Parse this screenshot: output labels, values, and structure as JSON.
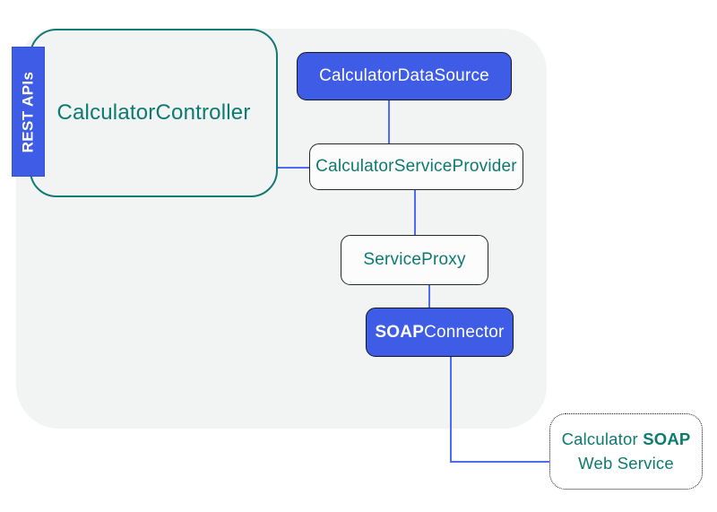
{
  "diagram": {
    "type": "architecture-diagram",
    "nodes": {
      "rest_apis": {
        "label": "REST APIs"
      },
      "calculator_controller": {
        "label": "CalculatorController"
      },
      "calculator_data_source": {
        "label": "CalculatorDataSource"
      },
      "calculator_service_provider": {
        "label": "CalculatorServiceProvider"
      },
      "service_proxy": {
        "label": "ServiceProxy"
      },
      "soap_connector": {
        "label_bold": "SOAP",
        "label_rest": "Connector"
      },
      "calculator_soap_web_service": {
        "line1_prefix": "Calculator ",
        "line1_bold": "SOAP",
        "line2": "Web Service"
      }
    },
    "edges": [
      {
        "from": "calculator_controller",
        "to": "calculator_service_provider"
      },
      {
        "from": "calculator_data_source",
        "to": "calculator_service_provider"
      },
      {
        "from": "calculator_service_provider",
        "to": "service_proxy"
      },
      {
        "from": "service_proxy",
        "to": "soap_connector"
      },
      {
        "from": "soap_connector",
        "to": "calculator_soap_web_service"
      }
    ],
    "colors": {
      "node_blue": "#3e5ce6",
      "edge_blue": "#4d6bf5",
      "teal": "#0d7a70",
      "boundary_gray": "#f2f4f3"
    }
  }
}
